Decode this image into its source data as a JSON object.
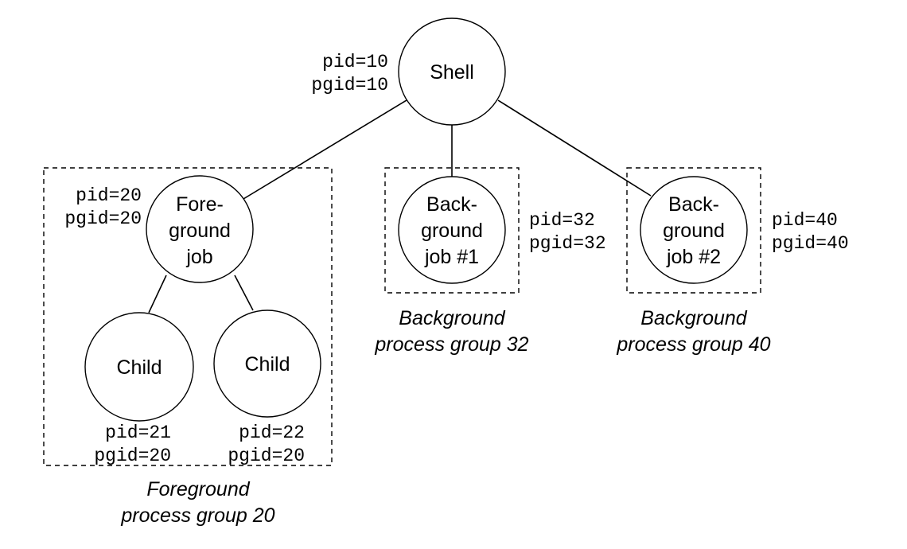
{
  "nodes": {
    "shell": {
      "lines": [
        "Shell"
      ],
      "pid": "pid=10",
      "pgid": "pgid=10"
    },
    "fg_job": {
      "lines": [
        "Fore-",
        "ground",
        "job"
      ],
      "pid": "pid=20",
      "pgid": "pgid=20"
    },
    "child1": {
      "lines": [
        "Child"
      ],
      "pid": "pid=21",
      "pgid": "pgid=20"
    },
    "child2": {
      "lines": [
        "Child"
      ],
      "pid": "pid=22",
      "pgid": "pgid=20"
    },
    "bg_job1": {
      "lines": [
        "Back-",
        "ground",
        "job #1"
      ],
      "pid": "pid=32",
      "pgid": "pgid=32"
    },
    "bg_job2": {
      "lines": [
        "Back-",
        "ground",
        "job #2"
      ],
      "pid": "pid=40",
      "pgid": "pgid=40"
    }
  },
  "edges": [
    [
      "shell",
      "fg_job"
    ],
    [
      "shell",
      "bg_job1"
    ],
    [
      "shell",
      "bg_job2"
    ],
    [
      "fg_job",
      "child1"
    ],
    [
      "fg_job",
      "child2"
    ]
  ],
  "groups": {
    "foreground": {
      "caption": [
        "Foreground",
        "process group 20"
      ]
    },
    "background32": {
      "caption": [
        "Background",
        "process group 32"
      ]
    },
    "background40": {
      "caption": [
        "Background",
        "process group 40"
      ]
    }
  }
}
